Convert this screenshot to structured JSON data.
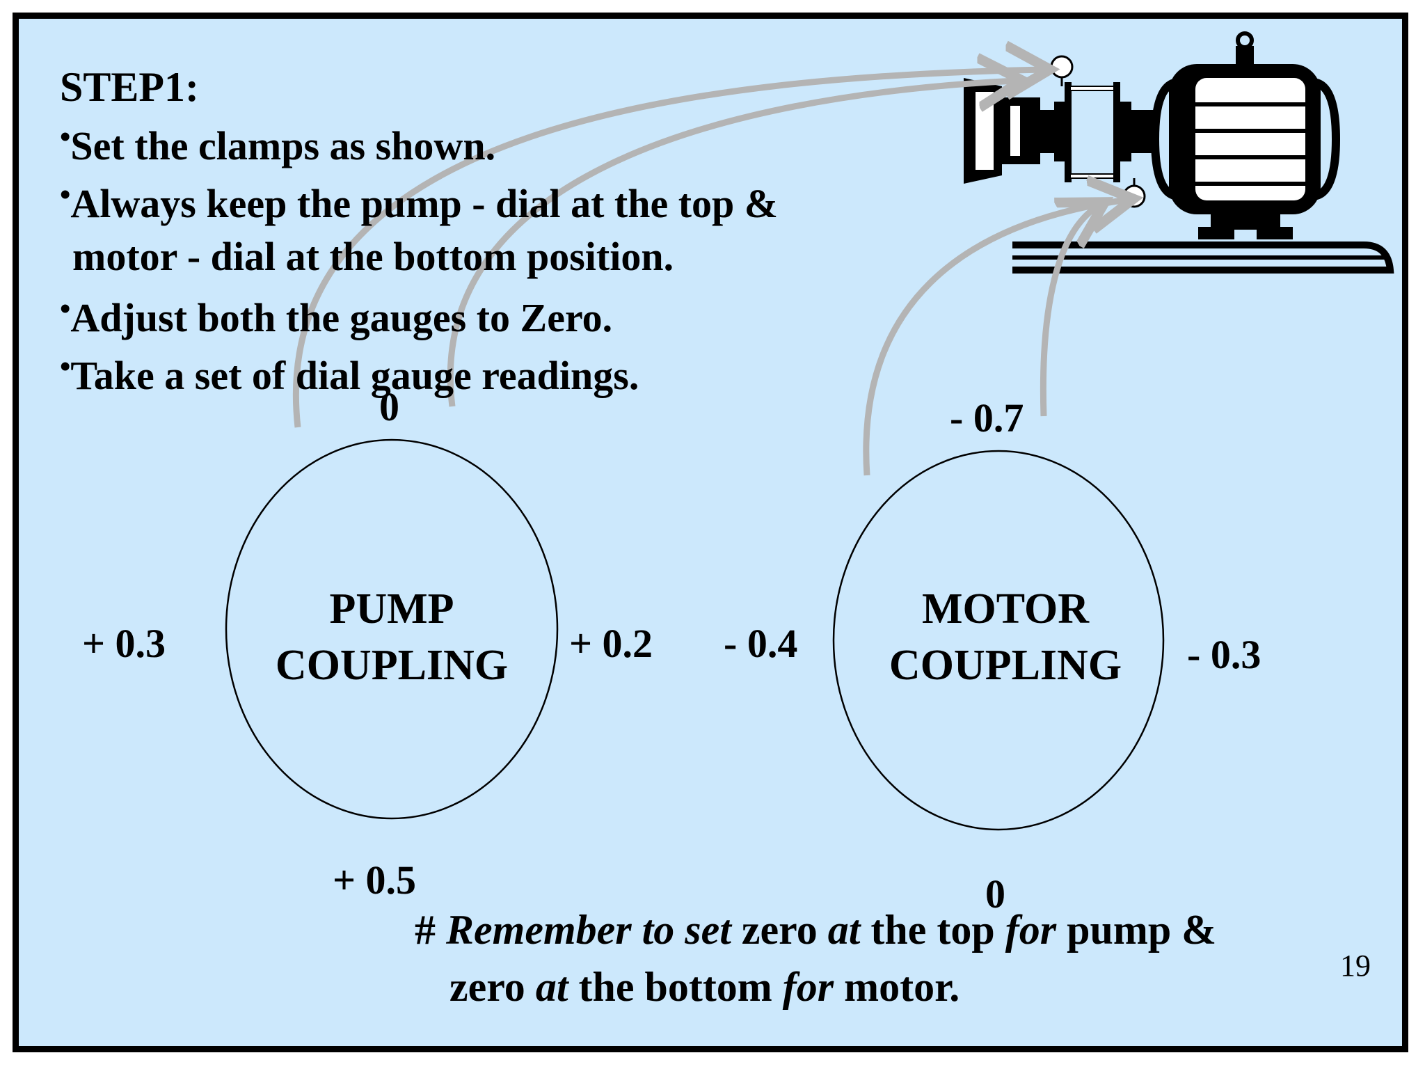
{
  "title": "STEP1:",
  "bullet_marker": "•",
  "bullets": {
    "b1": "Set the clamps as shown.",
    "b2": "Always keep the pump - dial at the top &",
    "b2_cont": "motor - dial at the bottom position.",
    "b3": "Adjust both the gauges to Zero.",
    "b4": "Take a set of dial gauge readings."
  },
  "pump": {
    "label_line1": "PUMP",
    "label_line2": "COUPLING",
    "top": "0",
    "left": "+ 0.3",
    "right": "+ 0.2",
    "bottom": "+ 0.5"
  },
  "motor": {
    "label_line1": "MOTOR",
    "label_line2": "COUPLING",
    "top": "- 0.7",
    "left": "- 0.4",
    "right": "- 0.3",
    "bottom": "0"
  },
  "note": {
    "hash": "# ",
    "p1": "Remember to set",
    "p2": " zero ",
    "p3": "at",
    "p4": " the top ",
    "p5": "for",
    "p6": " pump &",
    "p7": "zero ",
    "p8": "at",
    "p9": " the bottom ",
    "p10": "for",
    "p11": " motor."
  },
  "page_number": "19",
  "colors": {
    "background": "#cce8fc",
    "arrow": "#b4b4b4",
    "ink": "#000000"
  }
}
